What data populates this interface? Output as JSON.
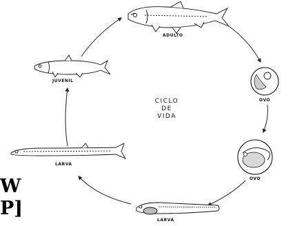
{
  "center": {
    "line1": "CICLO",
    "line2": "DE",
    "line3": "VIDA"
  },
  "stages": {
    "adulto": "ADULTO",
    "ovo1": "OVO",
    "ovo2": "OVO",
    "larva_bottom": "LARVA",
    "larva_left": "LARVA",
    "juvenil": "JUVENIL"
  },
  "cut_text": {
    "line1": "W",
    "line2": "P]"
  }
}
